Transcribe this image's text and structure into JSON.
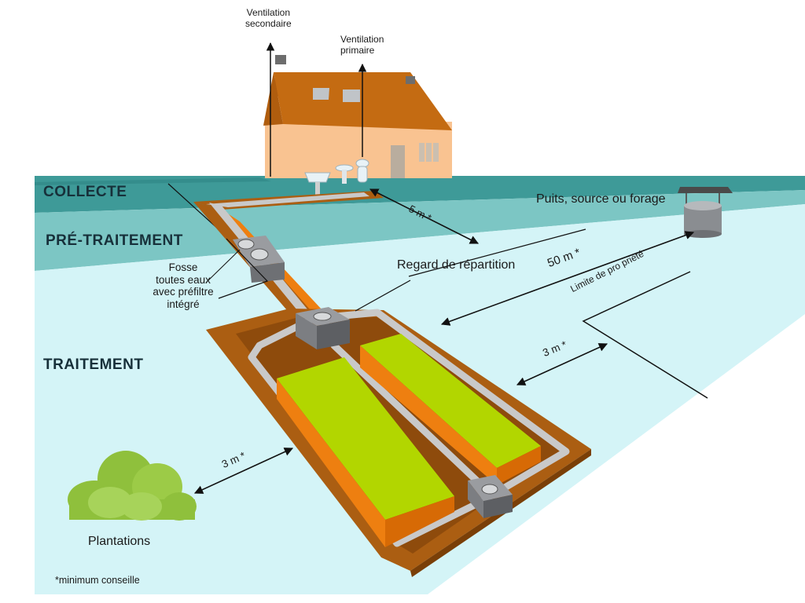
{
  "zones": {
    "collecte": "COLLECTE",
    "pretraitement": "PRÉ-TRAITEMENT",
    "traitement": "TRAITEMENT"
  },
  "labels": {
    "ventilation_secondaire_1": "Ventilation",
    "ventilation_secondaire_2": "secondaire",
    "ventilation_primaire_1": "Ventilation",
    "ventilation_primaire_2": "primaire",
    "fosse_1": "Fosse",
    "fosse_2": "toutes eaux",
    "fosse_3": "avec préfiltre",
    "fosse_4": "intégré",
    "regard": "Regard de répartition",
    "puits": "Puits, source ou forage",
    "limite": "Limite de pro priété",
    "plantations": "Plantations",
    "footnote": "*minimum conseille"
  },
  "distances": {
    "house_to_pipe": "5 m *",
    "to_well": "50 m *",
    "to_boundary": "3 m *",
    "to_plantations": "3 m *"
  },
  "colors": {
    "collecte_band": "#3e9a98",
    "pretraitement_band": "#7cc6c4",
    "traitement_band": "#d4f4f7",
    "trench": "#ab5e12",
    "trench_wall": "#ee7f10",
    "filter_bed": "#b2d600",
    "pipe": "#c9c9c9",
    "box": "#8b8d91",
    "roof": "#c46b12",
    "wall": "#f9c391",
    "bush": "#8fc03c"
  }
}
